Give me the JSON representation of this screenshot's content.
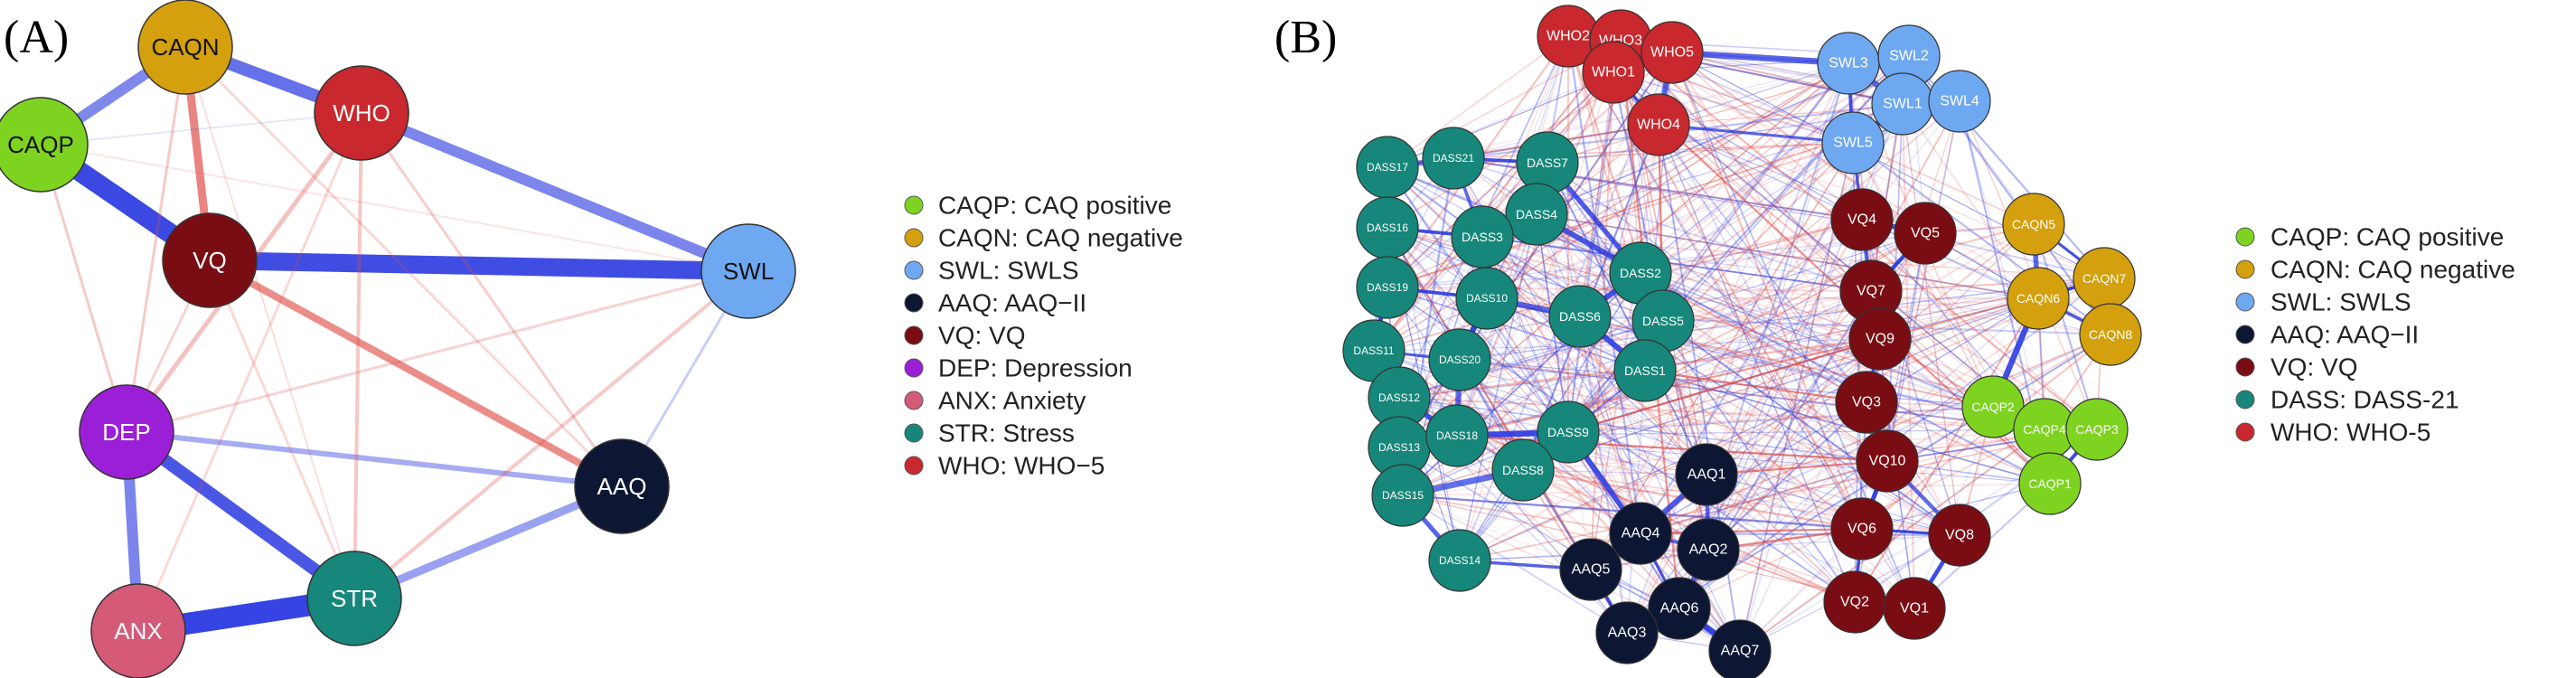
{
  "panels": [
    {
      "id": "A",
      "label": "(A)",
      "nodes": [
        {
          "id": "CAQN",
          "label": "CAQN",
          "group": "caqn"
        },
        {
          "id": "WHO",
          "label": "WHO",
          "group": "who"
        },
        {
          "id": "CAQP",
          "label": "CAQP",
          "group": "caqp"
        },
        {
          "id": "VQ",
          "label": "VQ",
          "group": "vq"
        },
        {
          "id": "SWL",
          "label": "SWL",
          "group": "swl"
        },
        {
          "id": "DEP",
          "label": "DEP",
          "group": "dep"
        },
        {
          "id": "AAQ",
          "label": "AAQ",
          "group": "aaq"
        },
        {
          "id": "STR",
          "label": "STR",
          "group": "str"
        },
        {
          "id": "ANX",
          "label": "ANX",
          "group": "anx"
        }
      ],
      "legend": [
        {
          "label": "CAQP: CAQ positive",
          "group": "caqp"
        },
        {
          "label": "CAQN: CAQ negative",
          "group": "caqn"
        },
        {
          "label": "SWL: SWLS",
          "group": "swl"
        },
        {
          "label": "AAQ: AAQ−II",
          "group": "aaq"
        },
        {
          "label": "VQ: VQ",
          "group": "vq"
        },
        {
          "label": "DEP: Depression",
          "group": "dep"
        },
        {
          "label": "ANX: Anxiety",
          "group": "anx"
        },
        {
          "label": "STR: Stress",
          "group": "str"
        },
        {
          "label": "WHO: WHO−5",
          "group": "who"
        }
      ]
    },
    {
      "id": "B",
      "label": "(B)",
      "nodes": [
        {
          "id": "WHO2",
          "label": "WHO2",
          "group": "who"
        },
        {
          "id": "WHO3",
          "label": "WHO3",
          "group": "who"
        },
        {
          "id": "WHO1",
          "label": "WHO1",
          "group": "who"
        },
        {
          "id": "WHO5",
          "label": "WHO5",
          "group": "who"
        },
        {
          "id": "WHO4",
          "label": "WHO4",
          "group": "who"
        },
        {
          "id": "SWL3",
          "label": "SWL3",
          "group": "swl"
        },
        {
          "id": "SWL2",
          "label": "SWL2",
          "group": "swl"
        },
        {
          "id": "SWL1",
          "label": "SWL1",
          "group": "swl"
        },
        {
          "id": "SWL4",
          "label": "SWL4",
          "group": "swl"
        },
        {
          "id": "SWL5",
          "label": "SWL5",
          "group": "swl"
        },
        {
          "id": "DASS17",
          "label": "DASS17",
          "group": "dass"
        },
        {
          "id": "DASS21",
          "label": "DASS21",
          "group": "dass"
        },
        {
          "id": "DASS7",
          "label": "DASS7",
          "group": "dass"
        },
        {
          "id": "DASS16",
          "label": "DASS16",
          "group": "dass"
        },
        {
          "id": "DASS4",
          "label": "DASS4",
          "group": "dass"
        },
        {
          "id": "DASS3",
          "label": "DASS3",
          "group": "dass"
        },
        {
          "id": "DASS19",
          "label": "DASS19",
          "group": "dass"
        },
        {
          "id": "DASS10",
          "label": "DASS10",
          "group": "dass"
        },
        {
          "id": "DASS2",
          "label": "DASS2",
          "group": "dass"
        },
        {
          "id": "DASS11",
          "label": "DASS11",
          "group": "dass"
        },
        {
          "id": "DASS20",
          "label": "DASS20",
          "group": "dass"
        },
        {
          "id": "DASS6",
          "label": "DASS6",
          "group": "dass"
        },
        {
          "id": "DASS5",
          "label": "DASS5",
          "group": "dass"
        },
        {
          "id": "DASS1",
          "label": "DASS1",
          "group": "dass"
        },
        {
          "id": "DASS12",
          "label": "DASS12",
          "group": "dass"
        },
        {
          "id": "DASS13",
          "label": "DASS13",
          "group": "dass"
        },
        {
          "id": "DASS18",
          "label": "DASS18",
          "group": "dass"
        },
        {
          "id": "DASS9",
          "label": "DASS9",
          "group": "dass"
        },
        {
          "id": "DASS8",
          "label": "DASS8",
          "group": "dass"
        },
        {
          "id": "DASS15",
          "label": "DASS15",
          "group": "dass"
        },
        {
          "id": "DASS14",
          "label": "DASS14",
          "group": "dass"
        },
        {
          "id": "AAQ1",
          "label": "AAQ1",
          "group": "aaq"
        },
        {
          "id": "AAQ4",
          "label": "AAQ4",
          "group": "aaq"
        },
        {
          "id": "AAQ2",
          "label": "AAQ2",
          "group": "aaq"
        },
        {
          "id": "AAQ5",
          "label": "AAQ5",
          "group": "aaq"
        },
        {
          "id": "AAQ6",
          "label": "AAQ6",
          "group": "aaq"
        },
        {
          "id": "AAQ3",
          "label": "AAQ3",
          "group": "aaq"
        },
        {
          "id": "AAQ7",
          "label": "AAQ7",
          "group": "aaq"
        },
        {
          "id": "VQ4",
          "label": "VQ4",
          "group": "vq"
        },
        {
          "id": "VQ5",
          "label": "VQ5",
          "group": "vq"
        },
        {
          "id": "VQ7",
          "label": "VQ7",
          "group": "vq"
        },
        {
          "id": "VQ9",
          "label": "VQ9",
          "group": "vq"
        },
        {
          "id": "VQ3",
          "label": "VQ3",
          "group": "vq"
        },
        {
          "id": "VQ10",
          "label": "VQ10",
          "group": "vq"
        },
        {
          "id": "VQ6",
          "label": "VQ6",
          "group": "vq"
        },
        {
          "id": "VQ8",
          "label": "VQ8",
          "group": "vq"
        },
        {
          "id": "VQ2",
          "label": "VQ2",
          "group": "vq"
        },
        {
          "id": "VQ1",
          "label": "VQ1",
          "group": "vq"
        },
        {
          "id": "CAQN5",
          "label": "CAQN5",
          "group": "caqn"
        },
        {
          "id": "CAQN7",
          "label": "CAQN7",
          "group": "caqn"
        },
        {
          "id": "CAQN6",
          "label": "CAQN6",
          "group": "caqn"
        },
        {
          "id": "CAQN8",
          "label": "CAQN8",
          "group": "caqn"
        },
        {
          "id": "CAQP2",
          "label": "CAQP2",
          "group": "caqp"
        },
        {
          "id": "CAQP4",
          "label": "CAQP4",
          "group": "caqp"
        },
        {
          "id": "CAQP3",
          "label": "CAQP3",
          "group": "caqp"
        },
        {
          "id": "CAQP1",
          "label": "CAQP1",
          "group": "caqp"
        }
      ],
      "legend": [
        {
          "label": "CAQP: CAQ positive",
          "group": "caqp"
        },
        {
          "label": "CAQN: CAQ negative",
          "group": "caqn"
        },
        {
          "label": "SWL: SWLS",
          "group": "swl"
        },
        {
          "label": "AAQ: AAQ−II",
          "group": "aaq"
        },
        {
          "label": "VQ: VQ",
          "group": "vq"
        },
        {
          "label": "DASS: DASS-21",
          "group": "dass"
        },
        {
          "label": "WHO: WHO-5",
          "group": "who"
        }
      ]
    }
  ],
  "group_colors": {
    "caqp": "#7ed321",
    "caqn": "#d4a00e",
    "swl": "#6ea8f0",
    "aaq": "#0d1733",
    "vq": "#7a0d14",
    "dep": "#9b1fd6",
    "anx": "#d45a78",
    "str": "#16877a",
    "dass": "#16877a",
    "who": "#c8282e"
  },
  "edge_colors": {
    "positive": "#2a3ae0",
    "negative": "#e0504a"
  }
}
